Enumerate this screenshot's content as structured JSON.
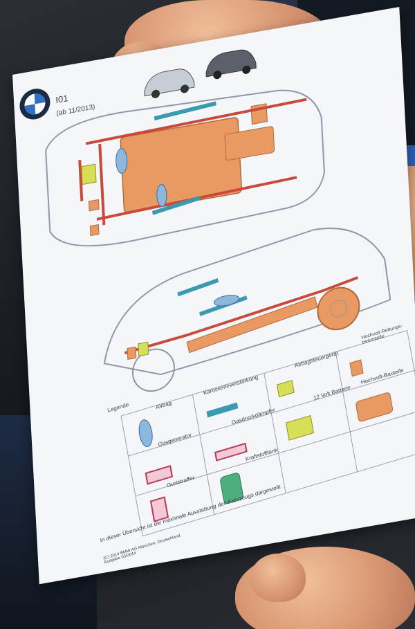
{
  "document": {
    "model": "I01",
    "date_note": "(ab 11/2013)",
    "legend_title": "Legende",
    "legend": {
      "airbag": "Airbag",
      "body_reinforcement": "Karosserieverstärkung",
      "airbag_control_unit": "Airbagsteuergerät",
      "hv_rescue_cut": "Hochvolt-Rettungs-trennstelle",
      "gas_generator": "Gasgenerator",
      "gas_strut": "Gasdruckdämpfer",
      "battery_12v": "12 Volt Batterie",
      "belt_tensioner": "Gurtstraffer",
      "fuel_tank": "Kraftstofftank",
      "hv_component": "Hochvolt-Bauteile"
    },
    "footnote": "In dieser Übersicht ist die maximale Ausstattung des Fahrzeugs dargestellt.",
    "copyright": "(C) 2014 BMW AG München, Deutschland",
    "edition": "Ausgabe 03/2014"
  },
  "colors": {
    "hv_orange": "#e99a62",
    "red_line": "#c94a3a",
    "reinforcement_teal": "#3a9bb0",
    "airbag_blue": "#8db7dc",
    "battery_yellow": "#d7df57",
    "fuel_green": "#4fae7d",
    "paper": "#f4f6f9",
    "sleeve_blue": "#2f5fb2"
  },
  "icons": [
    "bmw-logo-icon",
    "car-thumbnail-icon"
  ]
}
